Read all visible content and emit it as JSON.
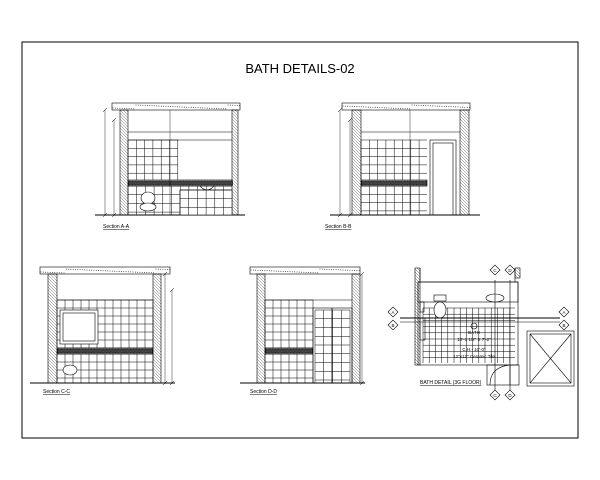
{
  "title": "BATH DETAILS-02",
  "sections": [
    {
      "id": "A",
      "label": "Section A-A"
    },
    {
      "id": "B",
      "label": "Section B-B"
    },
    {
      "id": "C",
      "label": "Section C-C"
    },
    {
      "id": "D",
      "label": "Section D-D"
    }
  ],
  "plan": {
    "label": "BATH DETAIL (3G FLOOR)",
    "room_name": "BATH",
    "room_size": "10'-1 1/2\" X 7'-2\"",
    "ceiling_height": "C.H.- 10'-0\"",
    "floor_finish": "12\"x12\" Ceramic Tile",
    "section_markers": [
      "A",
      "B",
      "C",
      "D"
    ]
  },
  "colors": {
    "line": "#000000",
    "background": "#ffffff"
  }
}
